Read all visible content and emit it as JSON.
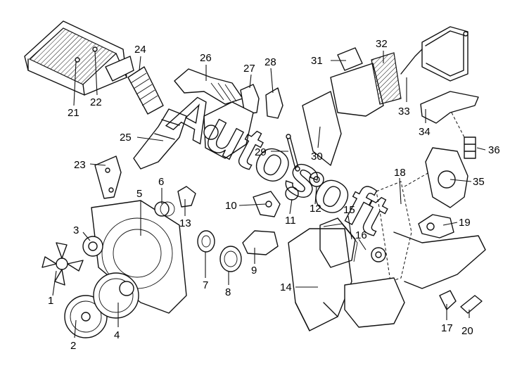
{
  "watermark": "Autosoft",
  "callouts": [
    "1",
    "2",
    "3",
    "4",
    "5",
    "6",
    "7",
    "8",
    "9",
    "10",
    "11",
    "12",
    "13",
    "14",
    "15",
    "16",
    "17",
    "18",
    "19",
    "20",
    "21",
    "22",
    "23",
    "24",
    "25",
    "26",
    "27",
    "28",
    "29",
    "30",
    "31",
    "32",
    "33",
    "34",
    "35",
    "36"
  ]
}
